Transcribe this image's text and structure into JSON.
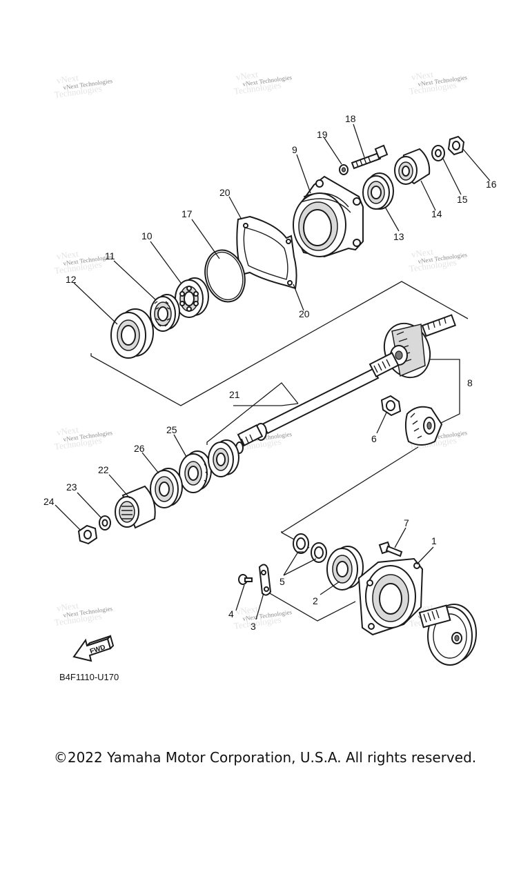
{
  "diagram_code": "B4F1110-U170",
  "fwd_label": "FWD",
  "watermark_text": "vNext Technologies",
  "copyright": "©2022 Yamaha Motor Corporation, U.S.A. All rights reserved.",
  "callouts": [
    "1",
    "2",
    "3",
    "4",
    "5",
    "6",
    "7",
    "8",
    "9",
    "10",
    "11",
    "12",
    "13",
    "14",
    "15",
    "16",
    "17",
    "18",
    "19",
    "20",
    "20",
    "21",
    "22",
    "23",
    "24",
    "25",
    "26"
  ],
  "colors": {
    "line": "#1a1a1a",
    "watermark": "#8a8a8a"
  }
}
